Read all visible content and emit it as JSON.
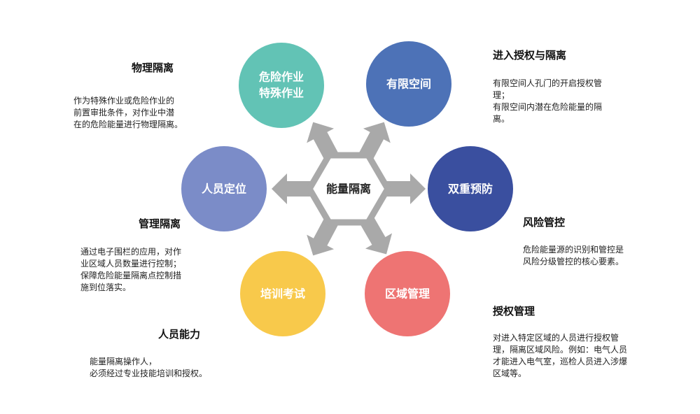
{
  "center": {
    "label": "能量隔离"
  },
  "circles": [
    {
      "line1": "危险作业",
      "line2": "特殊作业",
      "color": "#62c3b5"
    },
    {
      "line1": "有限空间",
      "color": "#4d72b7"
    },
    {
      "line1": "双重预防",
      "color": "#3a4f9f"
    },
    {
      "line1": "区域管理",
      "color": "#ee7473"
    },
    {
      "line1": "培训考试",
      "color": "#f8c94b"
    },
    {
      "line1": "人员定位",
      "color": "#7b8cc8"
    }
  ],
  "arrow_color": "#a9a9a9",
  "blocks": [
    {
      "title": "物理隔离",
      "text": "作为特殊作业或危险作业的\n前置审批条件，对作业中潜\n在的危险能量进行物理隔离。"
    },
    {
      "title": "进入授权与隔离",
      "text": "有限空间人孔门的开启授权管\n理；\n有限空间内潜在危险能量的隔\n离。"
    },
    {
      "title": "管理隔离",
      "text": "通过电子围栏的应用，对作\n业区域人员数量进行控制；\n保障危险能量隔离点控制措\n施到位落实。"
    },
    {
      "title": "风险管控",
      "text": "危险能量源的识别和管控是\n风险分级管控的核心要素。"
    },
    {
      "title": "人员能力",
      "text": "能量隔离操作人，\n必须经过专业技能培训和授权。"
    },
    {
      "title": "授权管理",
      "text": "对进入特定区域的人员进行授权管\n理，隔离区域风险。例如：电气人员\n才能进入电气室，巡检人员进入涉爆\n区域等。"
    }
  ]
}
